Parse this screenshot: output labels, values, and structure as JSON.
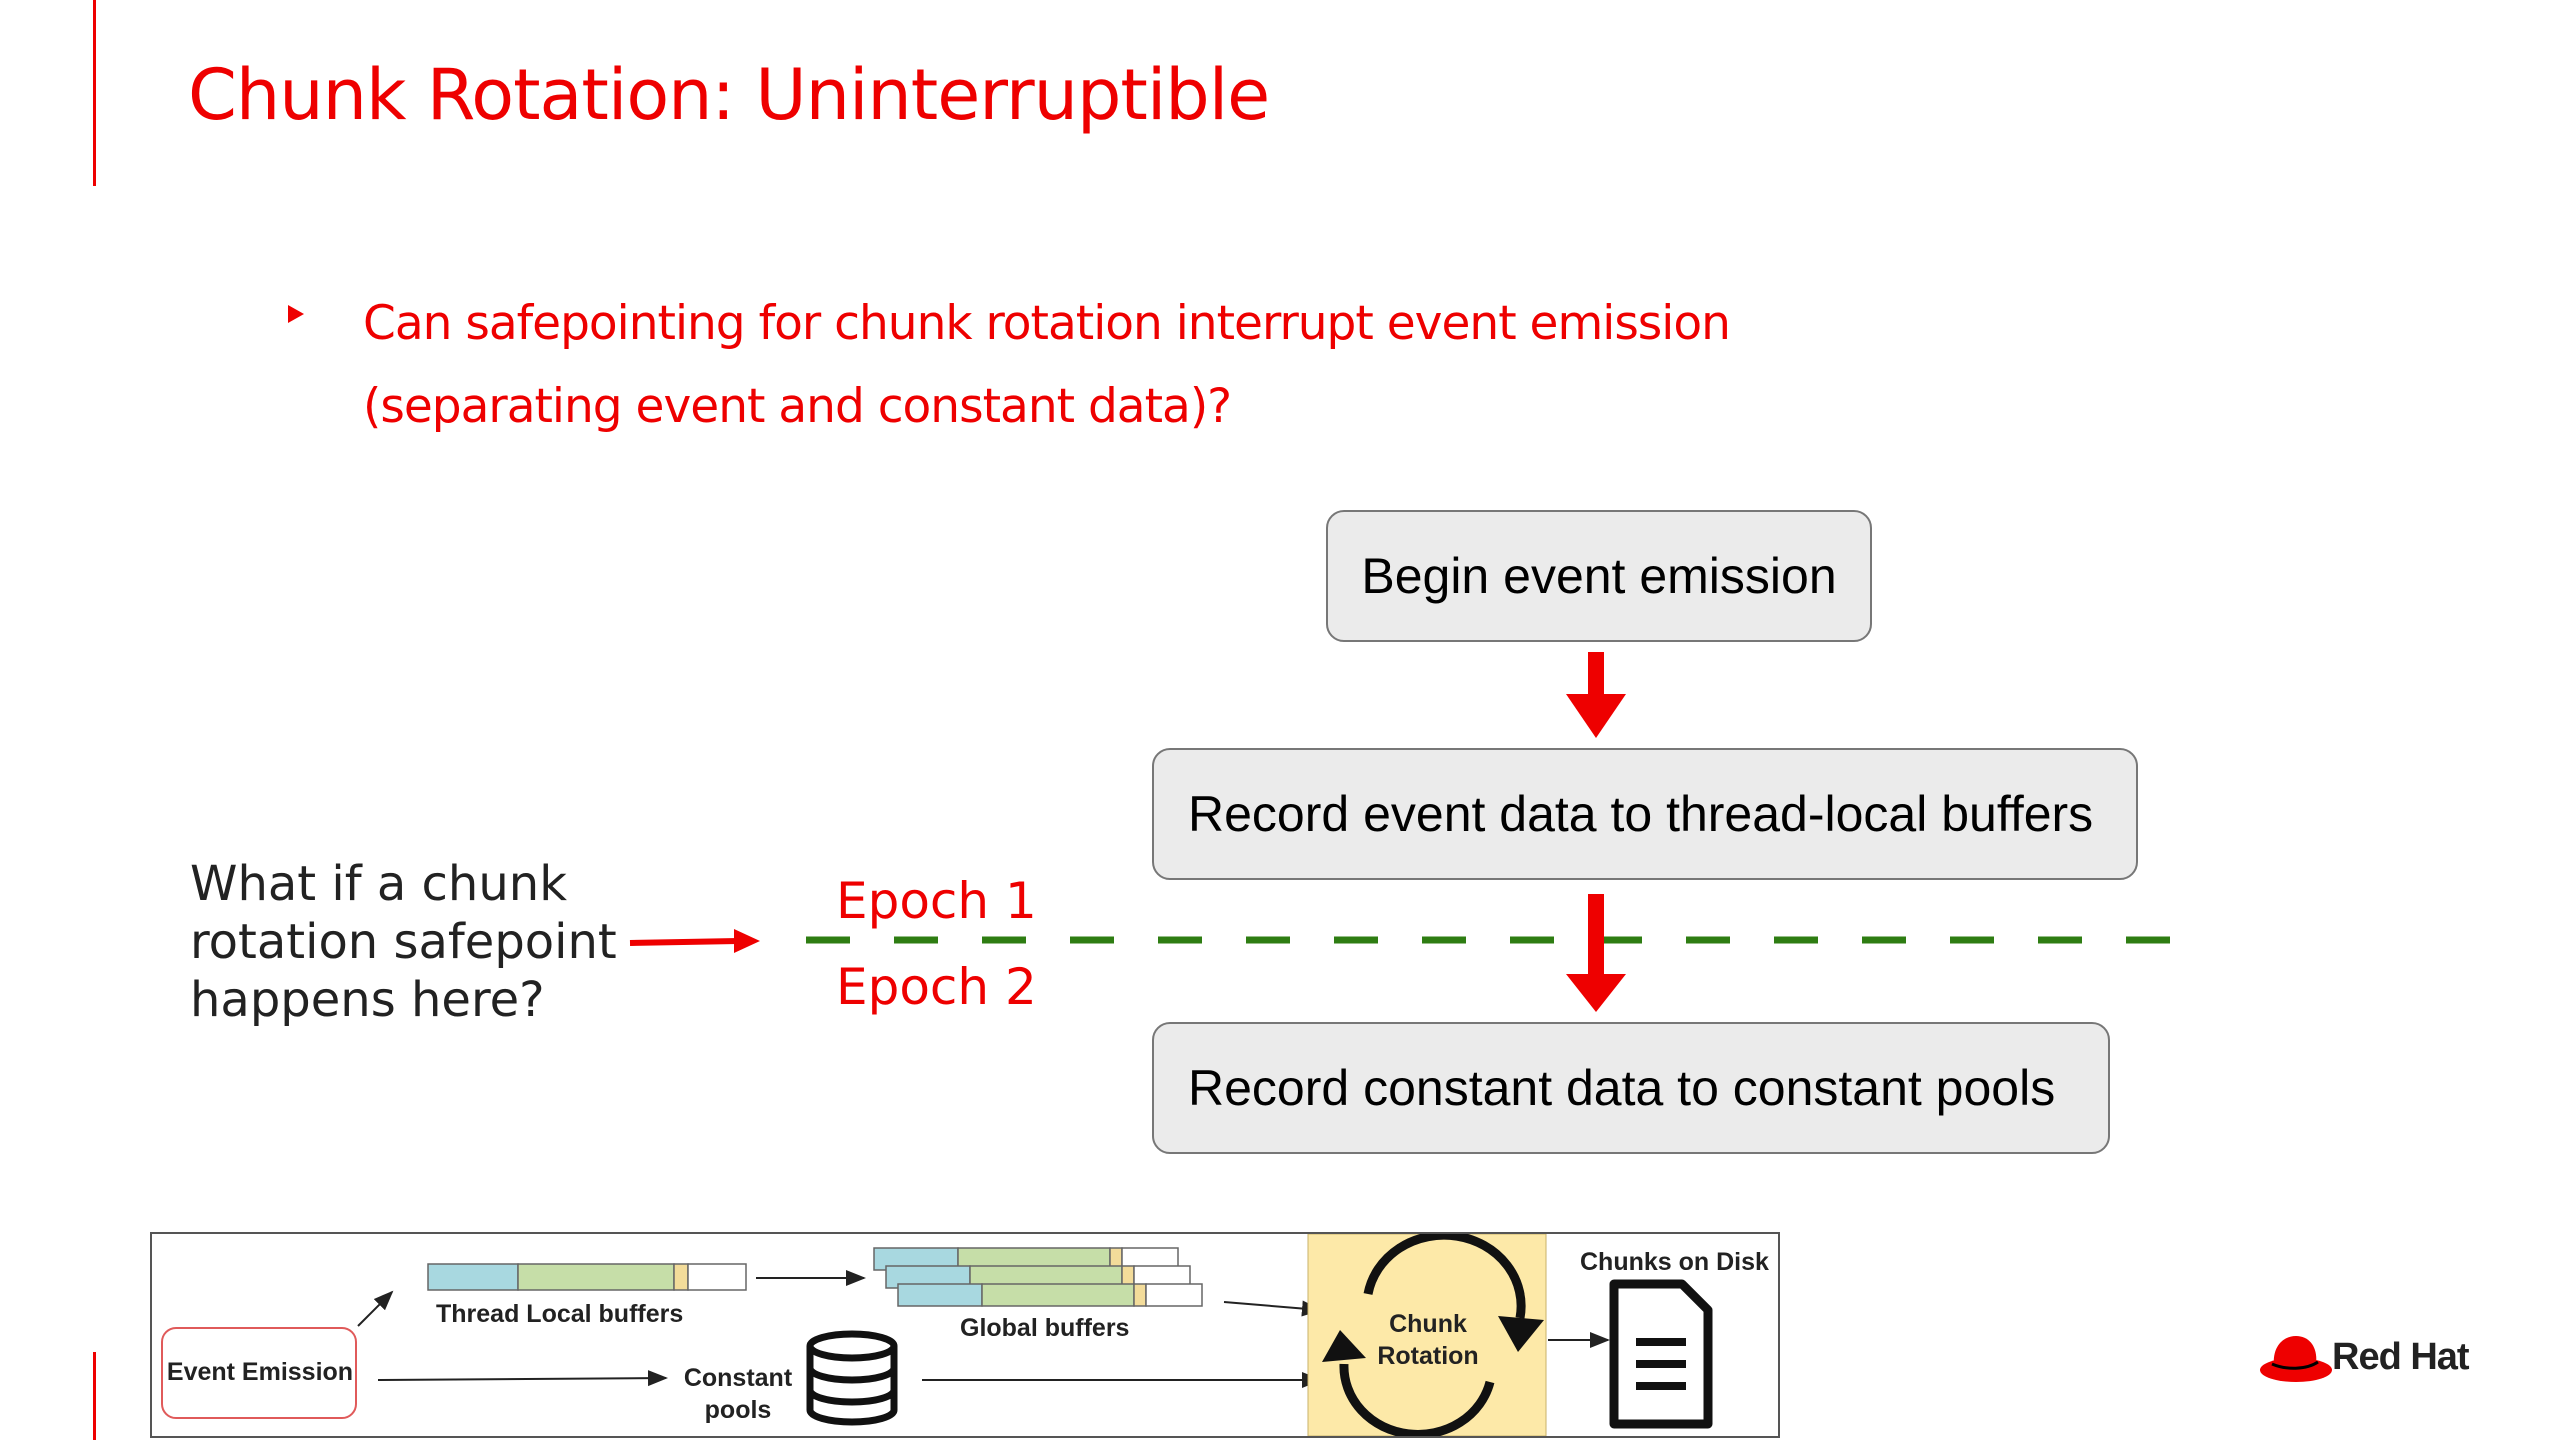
{
  "slide": {
    "title": "Chunk Rotation: Uninterruptible",
    "bullet_line1": "Can safepointing for chunk rotation interrupt event emission",
    "bullet_line2": "(separating event and constant data)?"
  },
  "flow": {
    "box1": "Begin event emission",
    "box2": "Record event data to thread-local buffers",
    "box3": "Record constant data to constant pools"
  },
  "question": {
    "line1": "What if a chunk",
    "line2": "rotation safepoint",
    "line3": "happens here?"
  },
  "epochs": {
    "epoch1": "Epoch 1",
    "epoch2": "Epoch 2"
  },
  "mini_diagram": {
    "event_emission": "Event Emission",
    "thread_local_buffers": "Thread Local buffers",
    "global_buffers": "Global buffers",
    "constant_line1": "Constant",
    "constant_line2": "pools",
    "chunk_line1": "Chunk",
    "chunk_line2": "Rotation",
    "chunks_on_disk": "Chunks on Disk"
  },
  "logo": {
    "text": "Red Hat"
  },
  "colors": {
    "accent": "#ee0000",
    "dashed_line": "#2e7d12",
    "box_fill": "#ebebeb",
    "rotation_fill": "#fde9a8",
    "buffer_blue": "#a8d8e0",
    "buffer_green": "#c6dea8"
  }
}
